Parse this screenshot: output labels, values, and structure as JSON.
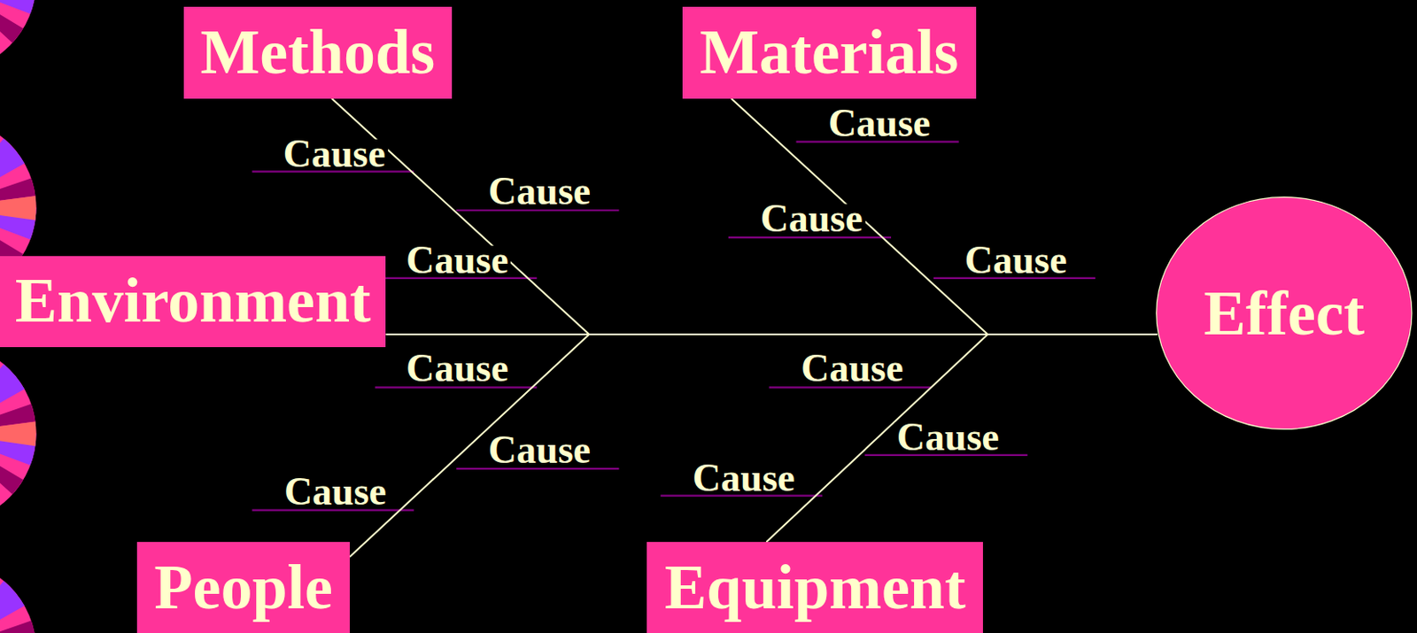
{
  "diagram": {
    "nodes": [
      {
        "text": [
          "Methods"
        ]
      },
      {
        "text": [
          "Materials"
        ]
      },
      {
        "text": [
          "Environment"
        ]
      },
      {
        "text": [
          "Effect"
        ]
      },
      {
        "text": [
          "People"
        ]
      },
      {
        "text": [
          "Equipment"
        ]
      }
    ],
    "edges": [
      {
        "from": 0,
        "to": 3,
        "arrow": "none"
      },
      {
        "from": 1,
        "to": 3,
        "arrow": "none"
      },
      {
        "from": 2,
        "to": 3,
        "arrow": "none"
      },
      {
        "from": 4,
        "to": 3,
        "arrow": "none"
      },
      {
        "from": 5,
        "to": 3,
        "arrow": "none"
      }
    ],
    "labels": [
      "Cause",
      "Cause",
      "Cause",
      "Cause",
      "Cause",
      "Cause",
      "Cause",
      "Cause",
      "Cause",
      "Cause",
      "Cause",
      "Cause"
    ]
  }
}
